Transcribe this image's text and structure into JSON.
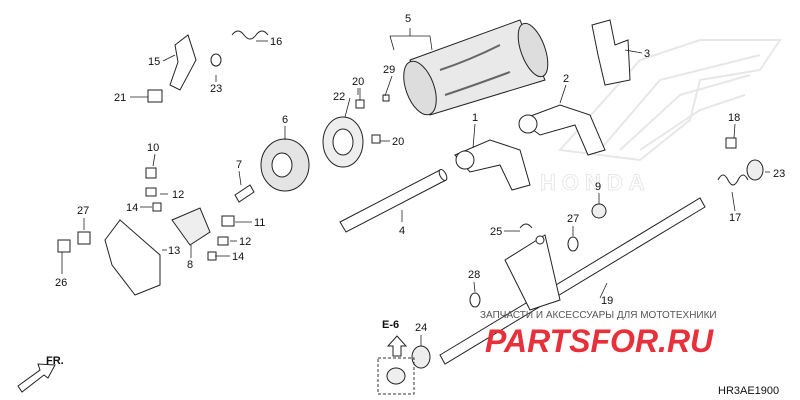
{
  "watermark": {
    "tagline": "ЗАПЧАСТИ И АКСЕССУАРЫ ДЛЯ МОТОТЕХНИКИ",
    "brand": "PARTSFOR.RU",
    "brand_color": "#e8303a"
  },
  "background_logo": {
    "text": "HONDA",
    "color": "#c9c9c9"
  },
  "section_ref": {
    "label": "E-6"
  },
  "direction": {
    "label": "FR."
  },
  "diagram_code": "HR3AE1900",
  "callouts": [
    "1",
    "2",
    "3",
    "4",
    "5",
    "6",
    "7",
    "8",
    "9",
    "10",
    "11",
    "12",
    "12",
    "13",
    "14",
    "14",
    "15",
    "16",
    "17",
    "18",
    "19",
    "20",
    "20",
    "21",
    "22",
    "23",
    "23",
    "24",
    "25",
    "26",
    "27",
    "27",
    "28",
    "29"
  ]
}
